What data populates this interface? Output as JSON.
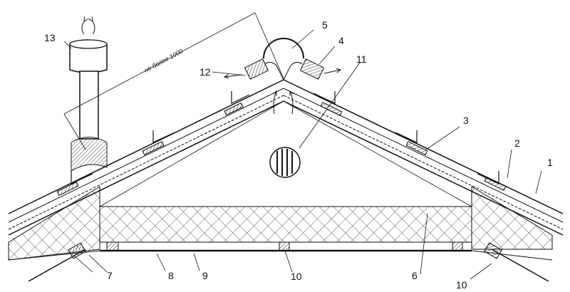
{
  "figure": {
    "dimension_text": "не более 1000",
    "callouts": [
      "1",
      "2",
      "3",
      "4",
      "5",
      "6",
      "7",
      "8",
      "9",
      "10",
      "10",
      "11",
      "12",
      "13"
    ]
  }
}
